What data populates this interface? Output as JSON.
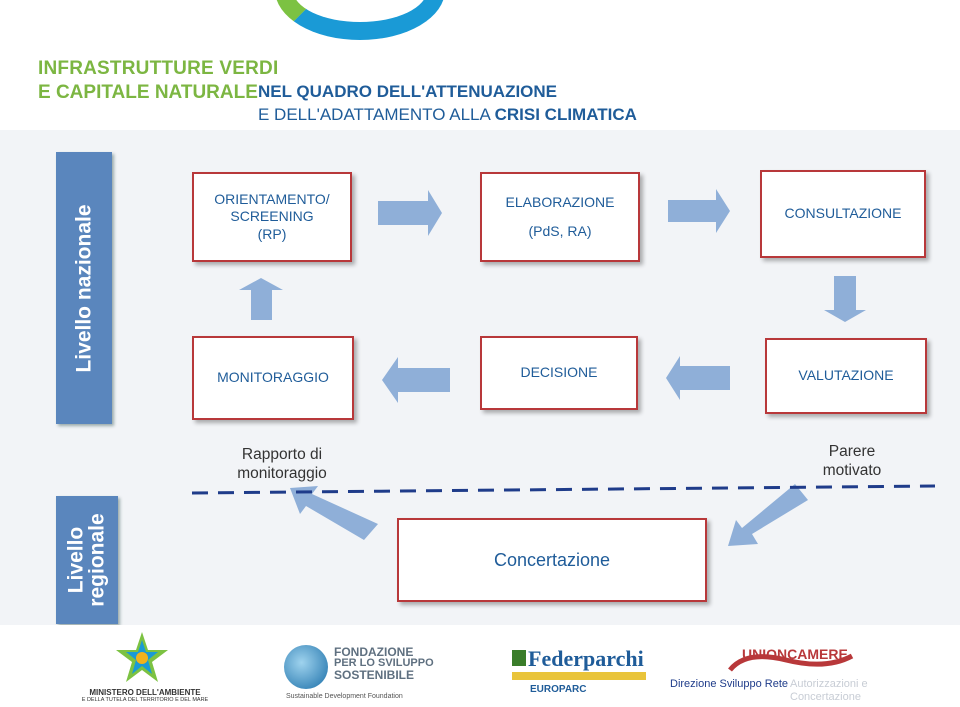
{
  "header": {
    "line1": "INFRASTRUTTURE VERDI",
    "line2a": "E CAPITALE NATURALE",
    "line2b": "NEL QUADRO DELL'ATTENUAZIONE",
    "line3a": "E DELL'ADATTAMENTO ALLA ",
    "line3b": "CRISI CLIMATICA"
  },
  "sides": {
    "national": "Livello nazionale",
    "regional_1": "Livello",
    "regional_2": "regionale"
  },
  "boxes": {
    "orientamento_1": "ORIENTAMENTO/",
    "orientamento_2": "SCREENING",
    "orientamento_3": "(RP)",
    "elaborazione_1": "ELABORAZIONE",
    "elaborazione_2": "(PdS, RA)",
    "consultazione": "CONSULTAZIONE",
    "monitoraggio": "MONITORAGGIO",
    "decisione": "DECISIONE",
    "valutazione": "VALUTAZIONE",
    "concertazione": "Concertazione"
  },
  "notes": {
    "rapporto_1": "Rapporto di",
    "rapporto_2": "monitoraggio",
    "parere_1": "Parere",
    "parere_2": "motivato"
  },
  "footer": {
    "ministero_1": "MINISTERO DELL'AMBIENTE",
    "ministero_2": "E DELLA TUTELA DEL TERRITORIO E DEL MARE",
    "fondazione_1": "FONDAZIONE",
    "fondazione_2": "PER LO SVILUPPO",
    "fondazione_3": "SOSTENIBILE",
    "fondazione_4": "Sustainable Development Foundation",
    "federparchi": "Federparchi",
    "europarc": "EUROPARC",
    "unioncamere": "UNIONCAMERE",
    "direzione": "Direzione Sviluppo Rete",
    "direzione_overlap": "Autorizzazioni e Concertazione"
  },
  "colors": {
    "box_border": "#b8383a",
    "box_text": "#1f5c99",
    "side_bar": "#5a86bd",
    "arrow": "#8fafd8",
    "dash": "#1f3c8a",
    "green": "#7cb642"
  }
}
